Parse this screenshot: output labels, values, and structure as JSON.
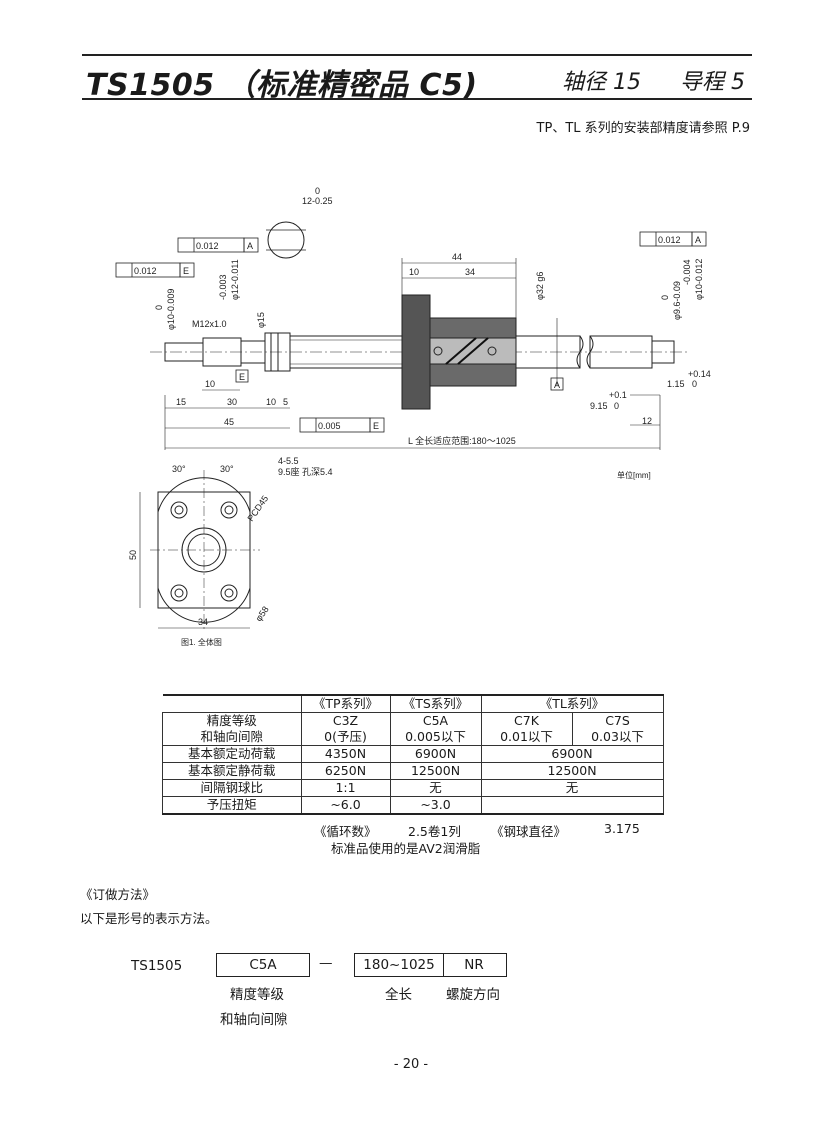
{
  "header": {
    "title": "TS1505 （标准精密品 C5)",
    "shaft_label": "轴径 15",
    "lead_label": "导程 5",
    "note": "TP、TL 系列的安装部精度请参照 P.9"
  },
  "drawing": {
    "dims": {
      "d1": "0",
      "d1b": "12-0.25",
      "runout_left": "0.012",
      "runout_left_ref": "A",
      "runout_e": "0.012",
      "runout_e_ref": "E",
      "tol_a": "-0.003",
      "tol_b": "φ12-0.011",
      "tol_c": "0",
      "tol_d": "φ10-0.009",
      "m12": "M12x1.0",
      "phi15": "φ15",
      "e_ref": "E",
      "d44": "44",
      "d10": "10",
      "d34": "34",
      "phi32": "φ32 g6",
      "a_ref": "A",
      "runout_right": "0.012",
      "runout_right_ref": "A",
      "tol_r1": "0",
      "tol_r2": "φ9.6-0.09",
      "tol_r3": "-0.004",
      "tol_r4": "φ10-0.012",
      "plus014": "+0.14",
      "d115": "1.15",
      "d115b": "0",
      "plus01": "+0.1",
      "d915": "9.15",
      "d915b": "0",
      "d12": "12",
      "l10": "10",
      "l15": "15",
      "l30": "30",
      "l10b": "10",
      "l5": "5",
      "l45": "45",
      "perp": "0.005",
      "perp_ref": "E",
      "length_note": "L  全长适应范围:180～1025",
      "holes_a": "4-5.5",
      "holes_b": "9.5座  孔深5.4",
      "ang1": "30°",
      "ang2": "30°",
      "pcd": "PCD45",
      "d50": "50",
      "phi58": "φ58",
      "d34b": "34",
      "fig_caption": "图1. 全体图",
      "unit": "单位[mm]"
    }
  },
  "spec_table": {
    "headers": [
      "《TP系列》",
      "《TS系列》",
      "《TL系列》"
    ],
    "row_grade_label_1": "精度等级",
    "row_grade_label_2": "和轴向间隙",
    "grade_tp_1": "C3Z",
    "grade_tp_2": "0(予压)",
    "grade_ts_1": "C5A",
    "grade_ts_2": "0.005以下",
    "grade_tl1_1": "C7K",
    "grade_tl1_2": "0.01以下",
    "grade_tl2_1": "C7S",
    "grade_tl2_2": "0.03以下",
    "dyn_label": "基本额定动荷载",
    "dyn_tp": "4350N",
    "dyn_ts": "6900N",
    "dyn_tl": "6900N",
    "stat_label": "基本额定静荷载",
    "stat_tp": "6250N",
    "stat_ts": "12500N",
    "stat_tl": "12500N",
    "ratio_label": "间隔钢球比",
    "ratio_tp": "1:1",
    "ratio_ts": "无",
    "ratio_tl": "无",
    "torque_label": "予压扭矩",
    "torque_tp": "~6.0",
    "torque_ts": "~3.0",
    "foot_circ": "《循环数》",
    "foot_circ_val": "2.5卷1列",
    "foot_ball": "《钢球直径》",
    "foot_ball_val": "3.175",
    "foot_lube": "标准品使用的是AV2润滑脂"
  },
  "order": {
    "heading": "《订做方法》",
    "desc": "以下是形号的表示方法。",
    "model": "TS1505",
    "grade_box": "C5A",
    "dash": "—",
    "length_box": "180~1025",
    "nr_box": "NR",
    "grade_label_1": "精度等级",
    "grade_label_2": "和轴向间隙",
    "length_label": "全长",
    "dir_label": "螺旋方向"
  },
  "page_number": "- 20 -"
}
